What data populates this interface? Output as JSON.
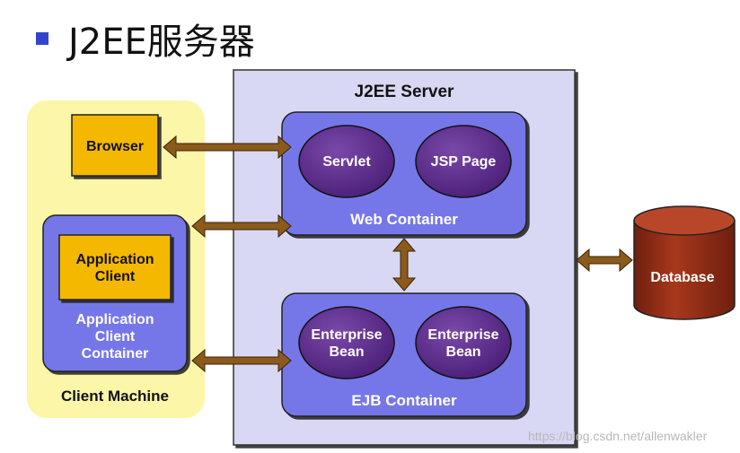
{
  "slide": {
    "title": "J2EE服务器"
  },
  "diagram": {
    "server_title": "J2EE Server",
    "browser_label": "Browser",
    "app_client_lines": [
      "Application",
      "Client"
    ],
    "app_client_container_lines": [
      "Application",
      "Client",
      "Container"
    ],
    "client_machine_label": "Client Machine",
    "web_container_label": "Web Container",
    "servlet_label": "Servlet",
    "jsp_label": "JSP Page",
    "ejb_container_label": "EJB Container",
    "enterprise_bean_lines": [
      "Enterprise",
      "Bean"
    ],
    "database_label": "Database"
  },
  "watermark": "https://blog.csdn.net/allenwakler",
  "colors": {
    "client_machine_bg": "#fbf6a8",
    "server_bg": "#d8d8f4",
    "container_blue": "#7477e8",
    "bean_purple": "#5a2a8a",
    "box_yellow": "#f5b800",
    "arrow_brown": "#8b5a1c",
    "database_red": "#962d16"
  }
}
